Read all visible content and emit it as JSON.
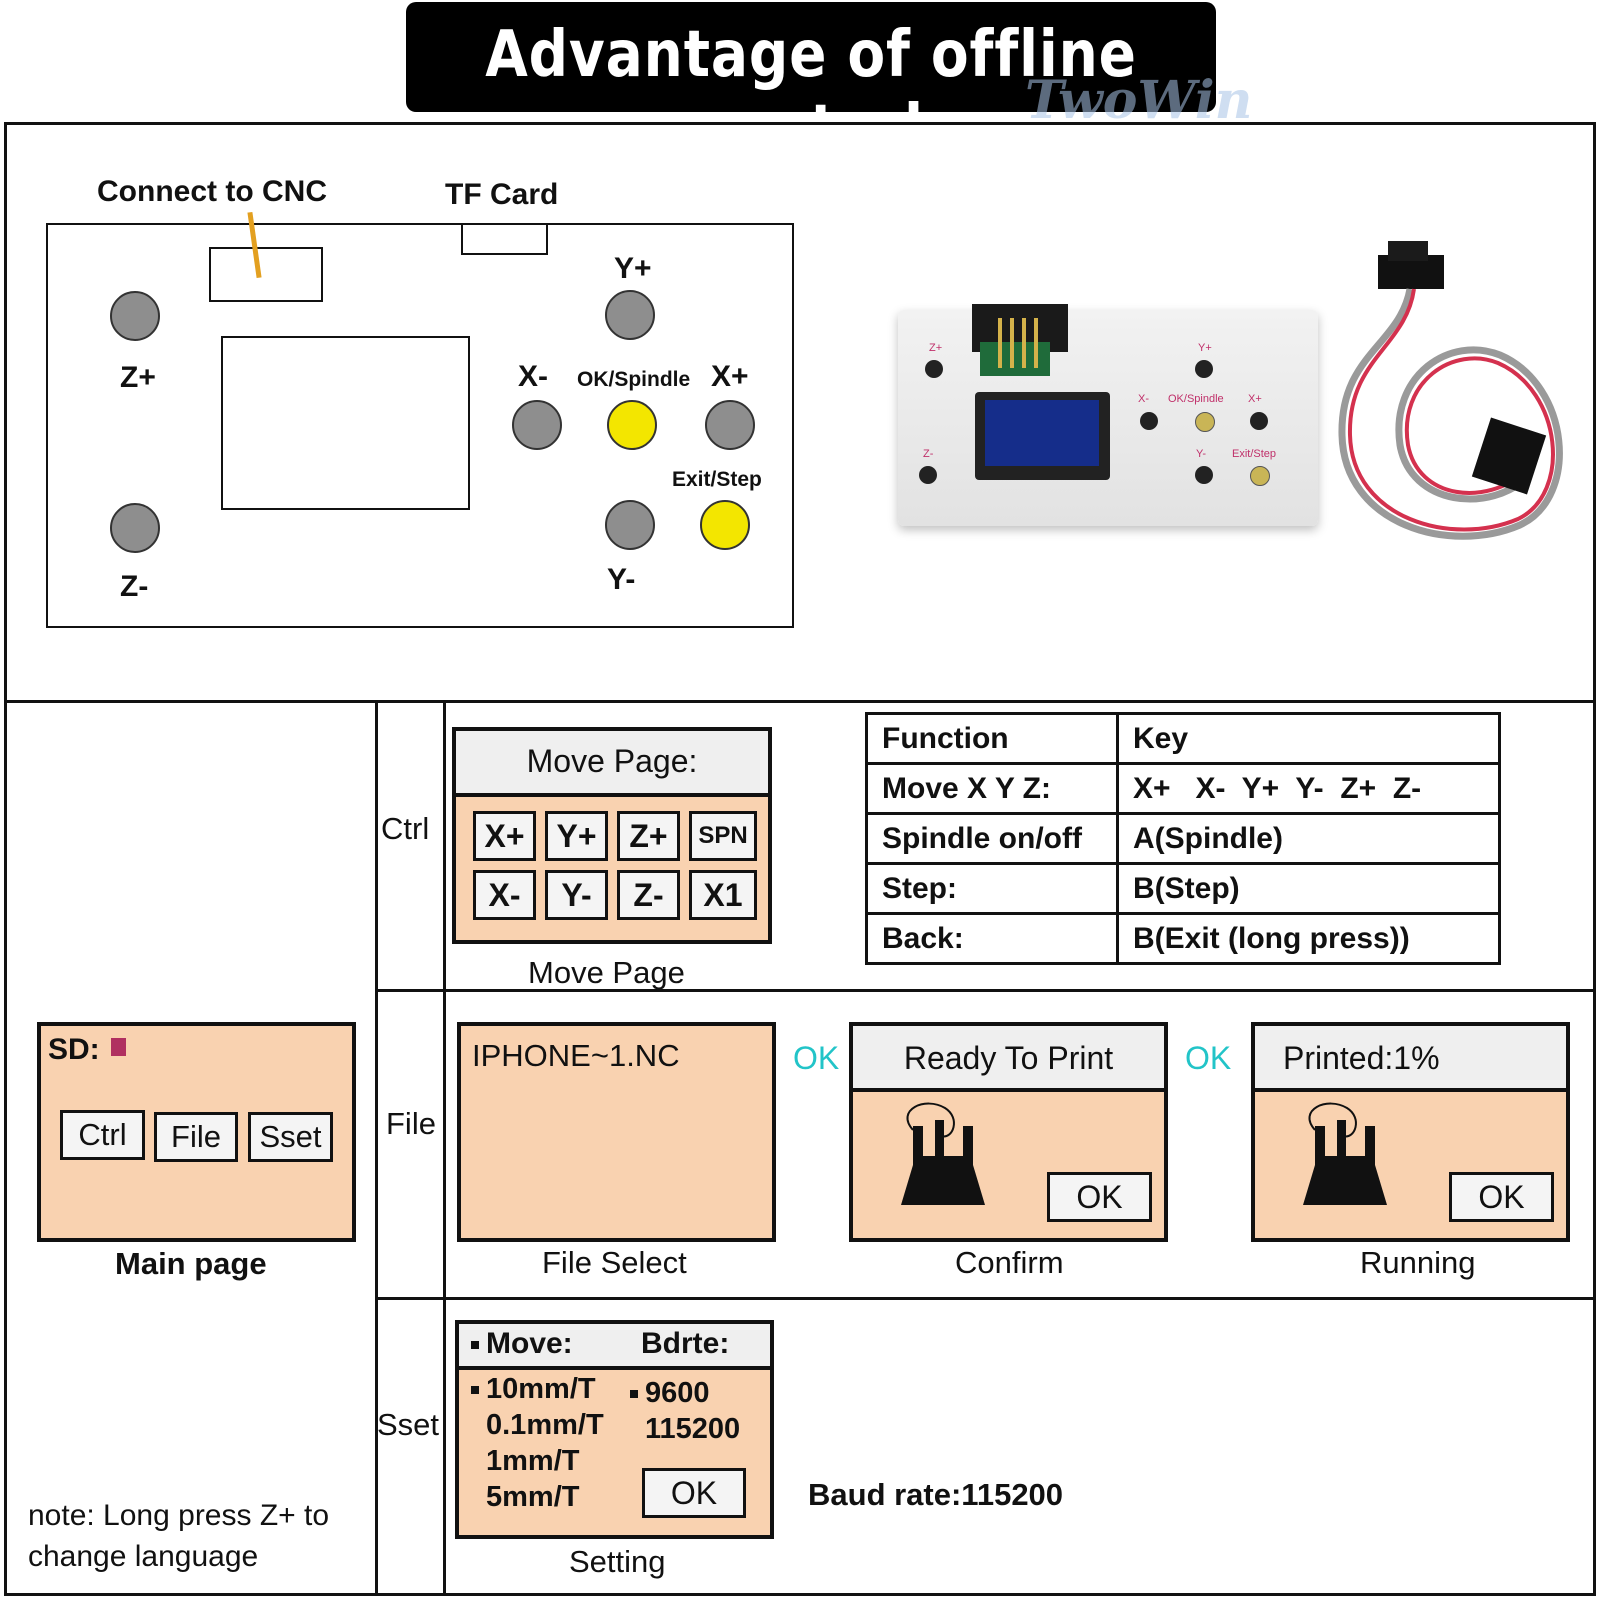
{
  "title": "Advantage of offline control",
  "watermark": "TwoWin",
  "board": {
    "connect_label": "Connect to CNC",
    "tf_label": "TF Card",
    "buttons": {
      "z_plus": "Z+",
      "z_minus": "Z-",
      "y_plus": "Y+",
      "y_minus": "Y-",
      "x_minus": "X-",
      "x_plus": "X+",
      "ok_spindle": "OK/Spindle",
      "exit_step": "Exit/Step"
    },
    "colors": {
      "key_grey": "#8e8e8e",
      "key_yellow": "#f3e600",
      "cable": "#e3a020"
    }
  },
  "device_photo": {
    "labels": {
      "z_plus": "Z+",
      "z_minus": "Z-",
      "y_plus": "Y+",
      "y_minus": "Y-",
      "x_minus": "X-",
      "x_plus": "X+",
      "ok_spindle": "OK/Spindle",
      "exit_step": "Exit/Step"
    }
  },
  "main_page": {
    "sd_label": "SD:",
    "buttons": [
      "Ctrl",
      "File",
      "Sset"
    ],
    "caption": "Main page",
    "note": "note: Long press Z+ to change language"
  },
  "rows": {
    "ctrl": "Ctrl",
    "file": "File",
    "sset": "Sset"
  },
  "move_page": {
    "header": "Move Page:",
    "keys_row1": [
      "X+",
      "Y+",
      "Z+",
      "SPN"
    ],
    "keys_row2": [
      "X-",
      "Y-",
      "Z-",
      "X1"
    ],
    "caption": "Move Page"
  },
  "function_table": {
    "header": [
      "Function",
      "Key"
    ],
    "rows": [
      [
        "Move X Y Z:",
        "X+   X-  Y+  Y-  Z+  Z-"
      ],
      [
        "Spindle on/off",
        "A(Spindle)"
      ],
      [
        "Step:",
        "B(Step)"
      ],
      [
        "Back:",
        "B(Exit (long press))"
      ]
    ]
  },
  "file_flow": {
    "file_name": "IPHONE~1.NC",
    "file_caption": "File Select",
    "ok_arrow_1": "OK",
    "confirm_header": "Ready To Print",
    "confirm_ok": "OK",
    "confirm_caption": "Confirm",
    "ok_arrow_2": "OK",
    "running_header": "Printed:1%",
    "running_ok": "OK",
    "running_caption": "Running"
  },
  "setting": {
    "move_label": "Move:",
    "bdrte_label": "Bdrte:",
    "move_options": [
      "10mm/T",
      "0.1mm/T",
      "1mm/T",
      "5mm/T"
    ],
    "baud_options": [
      "9600",
      "115200"
    ],
    "ok": "OK",
    "caption": "Setting",
    "baud_note": "Baud rate:115200"
  },
  "colors": {
    "lcd_bg": "#f9d2b0",
    "ok_arrow": "#22c4c8",
    "sd_marker": "#b03060"
  }
}
